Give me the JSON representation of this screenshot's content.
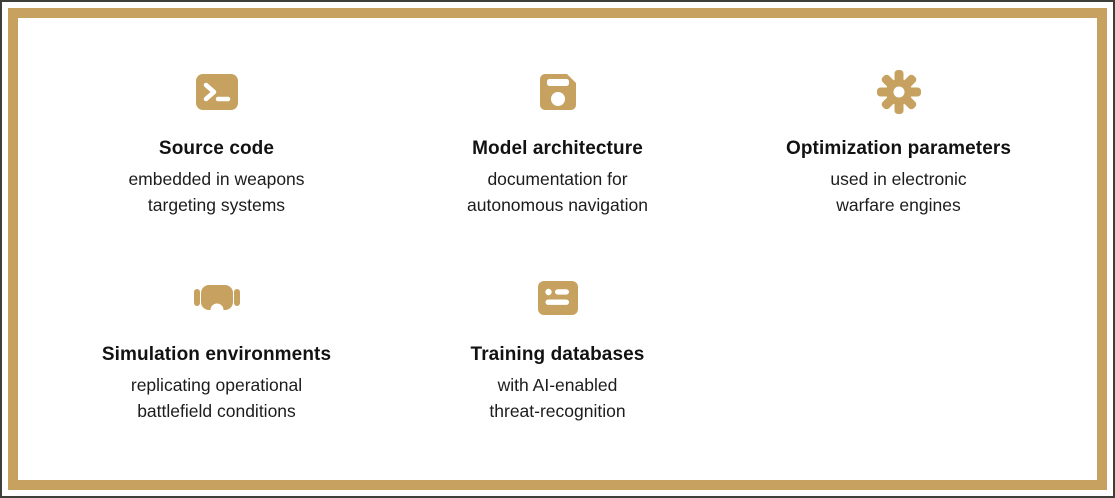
{
  "colors": {
    "accent": "#c6a15f",
    "border_gold": "#c6a15f",
    "border_outer": "#3f3f3a",
    "text": "#121212",
    "background": "#ffffff"
  },
  "cards": [
    {
      "icon": "terminal-icon",
      "title": "Source code",
      "description": "embedded in weapons\ntargeting systems"
    },
    {
      "icon": "floppy-disk-icon",
      "title": "Model architecture",
      "description": "documentation for\nautonomous navigation"
    },
    {
      "icon": "gear-icon",
      "title": "Optimization parameters",
      "description": "used in electronic\nwarfare engines"
    },
    {
      "icon": "vr-headset-icon",
      "title": "Simulation environments",
      "description": "replicating operational\nbattlefield conditions"
    },
    {
      "icon": "list-card-icon",
      "title": "Training databases",
      "description": "with AI-enabled\nthreat-recognition"
    }
  ]
}
